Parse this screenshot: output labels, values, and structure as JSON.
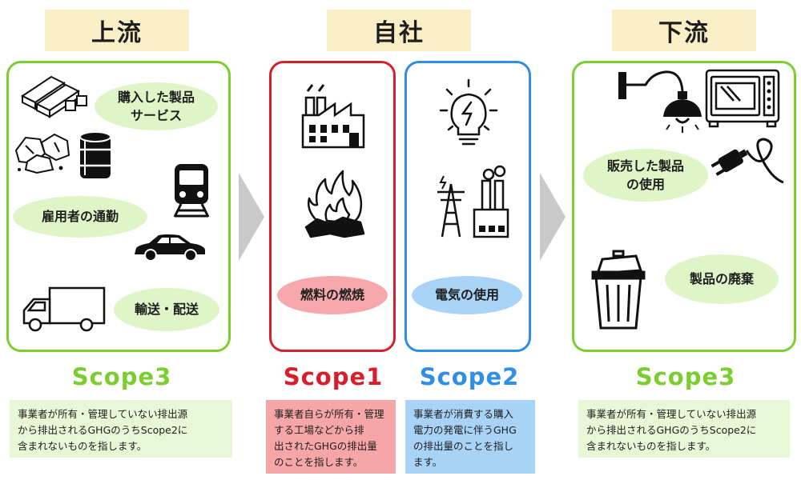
{
  "headers": {
    "upstream": "上流",
    "company": "自社",
    "downstream": "下流"
  },
  "upstream_panel": {
    "purchased": "購入した製品\nサービス",
    "commuting": "雇用者の通勤",
    "transport": "輸送・配送",
    "icons": [
      "lumber-icon",
      "stones-icon",
      "barrel-icon",
      "train-icon",
      "car-icon",
      "truck-icon"
    ]
  },
  "scope1_panel": {
    "label": "燃料の燃焼",
    "icons": [
      "factory-icon",
      "fire-icon"
    ]
  },
  "scope2_panel": {
    "label": "電気の使用",
    "icons": [
      "lightbulb-icon",
      "power-plant-icon"
    ]
  },
  "downstream_panel": {
    "use": "販売した製品\nの使用",
    "disposal": "製品の廃棄",
    "icons": [
      "lamp-icon",
      "microwave-icon",
      "plug-icon",
      "trash-can-icon"
    ]
  },
  "scopes": {
    "scope3_left": "Scope3",
    "scope1": "Scope1",
    "scope2": "Scope2",
    "scope3_right": "Scope3"
  },
  "scope_colors": {
    "scope3": "#7ccd2f",
    "scope1": "#d81e2a",
    "scope2": "#2f8ee6"
  },
  "descriptions": {
    "scope3_left": "事業者が所有・管理していない排出源\nから排出されるGHGのうちScope2に\n含まれないものを指します。",
    "scope1": "事業者自らが所有・管理\nする工場などから排\n出されたGHGの排出量\nのことを指します。",
    "scope2": "事業者が消費する購入\n電力の発電に伴うGHG\nの排出量のことを指し\nます。",
    "scope3_right": "事業者が所有・管理していない排出源\nから排出されるGHGのうちScope2に\n含まれないものを指します。"
  }
}
